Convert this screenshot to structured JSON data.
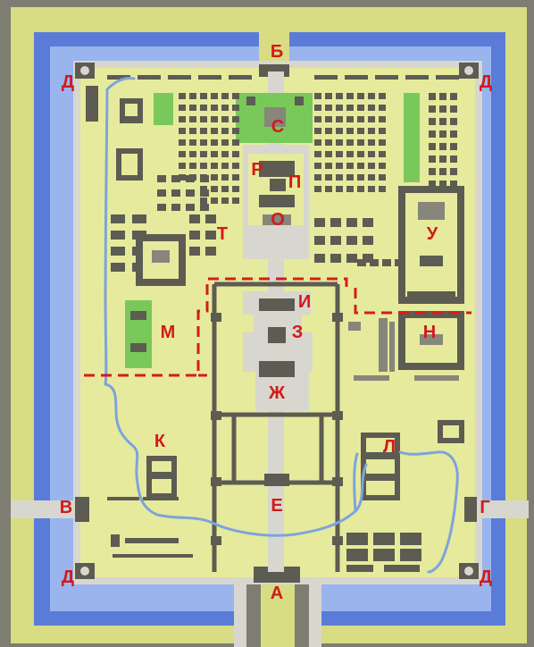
{
  "colors": {
    "outer": "#7d7d72",
    "land": "#d8dc82",
    "moat": "#5a7cd8",
    "moat_inner": "#9ab4ee",
    "wall": "#d7d7cf",
    "courtyard": "#e6ea9c",
    "building_dark": "#5c5c52",
    "building_mid": "#86867a",
    "garden": "#79c95a",
    "water": "#7da4dc",
    "axis_plaza": "#d7d7cf",
    "dashed_line": "#d41d1d",
    "label": "#d11a1a"
  },
  "labels": {
    "A": "А",
    "B": "Б",
    "V": "В",
    "G": "Г",
    "D": "Д",
    "E": "Е",
    "ZH": "Ж",
    "Z": "З",
    "I": "И",
    "K": "К",
    "L": "Л",
    "M": "М",
    "N": "Н",
    "O": "О",
    "P": "П",
    "R": "Р",
    "S": "С",
    "T": "Т",
    "U": "У"
  }
}
